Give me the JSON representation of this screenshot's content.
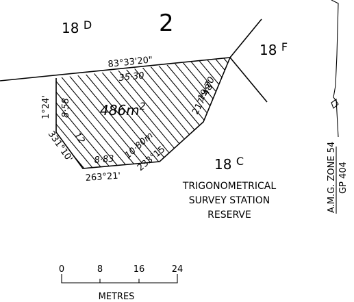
{
  "plan": {
    "sheet_number": "2",
    "parcels": {
      "north": {
        "number": "18",
        "letter": "D"
      },
      "east": {
        "number": "18",
        "letter": "F"
      },
      "south": {
        "number": "18",
        "letter": "C"
      }
    },
    "reserve_name": [
      "TRIGONOMETRICAL",
      "SURVEY STATION",
      "RESERVE"
    ],
    "area": {
      "value": "486m",
      "superscript": "2"
    },
    "bearings": {
      "top": "83°33'20\"",
      "right": "217°48'",
      "lower_right": "233°15'",
      "bottom": "263°21'",
      "lower_left": "331°10'",
      "left": "1°24'"
    },
    "distances": {
      "top": "35·30",
      "right": "19·70",
      "lower_right": "10·80m",
      "bottom": "8·83",
      "lower_left": "12",
      "left": "8·58"
    },
    "datum": {
      "zone": "A.M.G. ZONE 54",
      "reference": "GP 404"
    },
    "scale": {
      "ticks": [
        "0",
        "8",
        "16",
        "24"
      ],
      "unit": "METRES"
    }
  }
}
